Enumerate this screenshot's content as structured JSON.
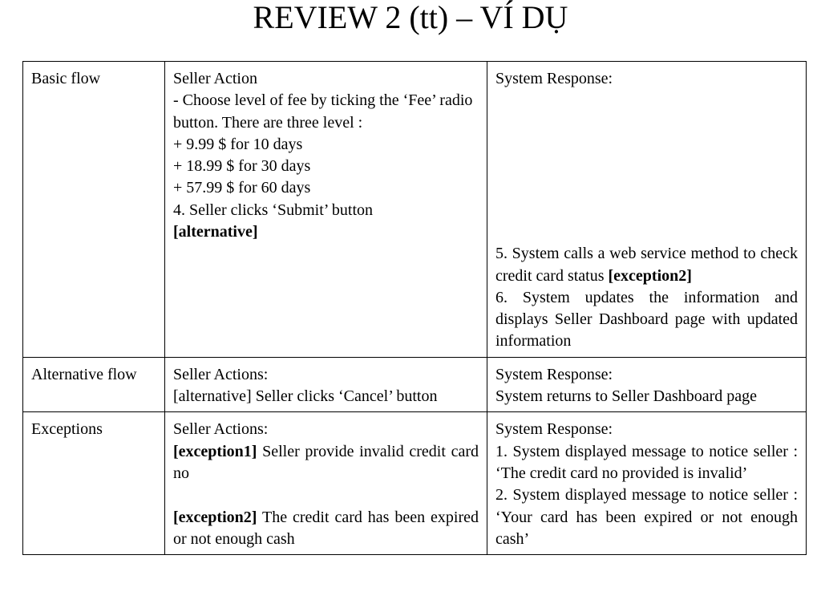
{
  "title": "REVIEW 2 (tt) – VÍ DỤ",
  "basic": {
    "label": "Basic flow",
    "seller_heading": "Seller Action",
    "seller_p1": "- Choose level of fee by ticking the ‘Fee’ radio button. There are three level :",
    "fee1": "+ 9.99 $ for 10 days",
    "fee2": "+ 18.99 $ for 30 days",
    "fee3": "+ 57.99 $ for 60 days",
    "step4": "4. Seller clicks ‘Submit’ button",
    "step4_tag": "[alternative]",
    "system_heading": "System Response:",
    "step5": "5. System calls a web service method to check credit card status ",
    "step5_tag": "[exception2]",
    "step6": "6. System updates the information and displays Seller Dashboard page with updated information"
  },
  "alternative": {
    "label": "Alternative flow",
    "seller_heading": "Seller Actions:",
    "seller_text": "[alternative] Seller clicks ‘Cancel’ button",
    "system_heading": "System Response:",
    "system_text": "System returns to Seller Dashboard page"
  },
  "exceptions": {
    "label": "Exceptions",
    "seller_heading": "Seller Actions:",
    "exc1_tag": "[exception1]",
    "exc1_text": " Seller provide invalid credit card no",
    "exc2_tag": "[exception2]",
    "exc2_text": " The credit card has been expired or not enough cash",
    "system_heading": "System Response:",
    "resp1": "1. System displayed message to notice seller : ‘The credit card no provided is invalid’",
    "resp2": "2. System displayed message to notice seller : ‘Your card has been expired or not enough cash’"
  }
}
